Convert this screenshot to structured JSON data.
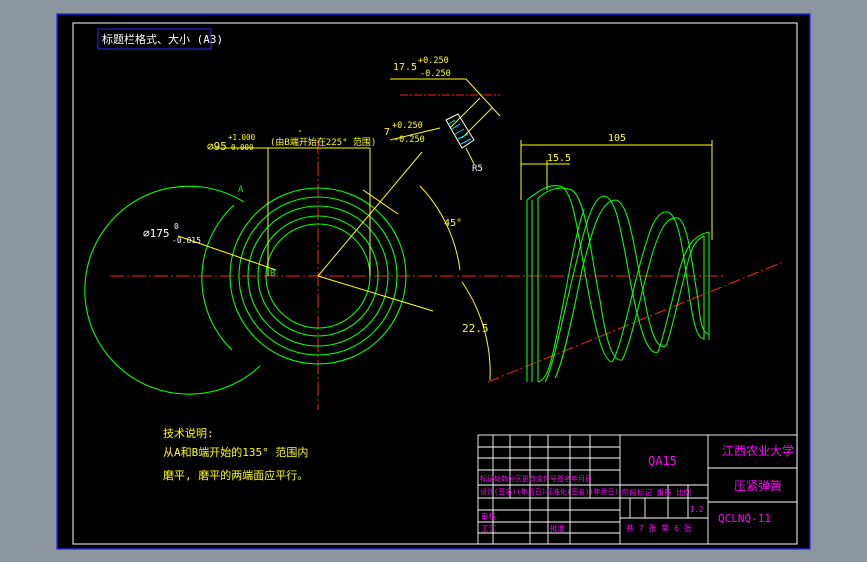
{
  "colors": {
    "background_outer": "#8d969e",
    "sheet": "#000000",
    "frame": "#ffffff",
    "viewport_border": "#1e1ef0",
    "dimension": "#ffff00",
    "spring": "#00ff00",
    "center_line": "#ff0000",
    "title_text": "#ff00ff",
    "note_text": "#ffff00",
    "hatch": "#00ffff"
  },
  "header": {
    "sheet_label": "标题栏格式、大小 (A3)"
  },
  "dimensions": {
    "top_tolerance_value": "17.5",
    "top_tolerance_upper": "+0.250",
    "top_tolerance_lower": "-0.250",
    "wire_value": "7",
    "wire_upper": "+0.250",
    "wire_lower": "-0.250",
    "radius_label": "R5",
    "inner_dia_value": "∅95",
    "inner_dia_upper": "+1.000",
    "inner_dia_lower": "0.000",
    "grind_note": "(由B端开始在225° 范围)",
    "angle_45": "45°",
    "angle_22_5": "22.5",
    "outer_dia_value": "∅175",
    "outer_dia_upper": "0",
    "outer_dia_lower": "-0.015",
    "length_105": "105",
    "length_15_5": "15.5",
    "point_a": "A",
    "point_b": "B"
  },
  "notes": {
    "title": "技术说明:",
    "line1": "从A和B端开始的135° 范围内",
    "line2": "磨平, 磨平的两端面应平行。"
  },
  "title_block": {
    "material": "QA15",
    "school": "江西农业大学",
    "part_name": "压紧弹簧",
    "drawing_number": "QCLNQ-11",
    "row_revision": "标记处数分区更改文件号签名年月日",
    "row_design": "设计(签名)(年月日)标准化(签名)(年月日)",
    "stage_labels": "阶段标记 重量 比例",
    "scale": "1.2",
    "sheet_info": "共 7 张 第 6 张",
    "review": "审核",
    "process": "工艺",
    "approve": "批准"
  }
}
